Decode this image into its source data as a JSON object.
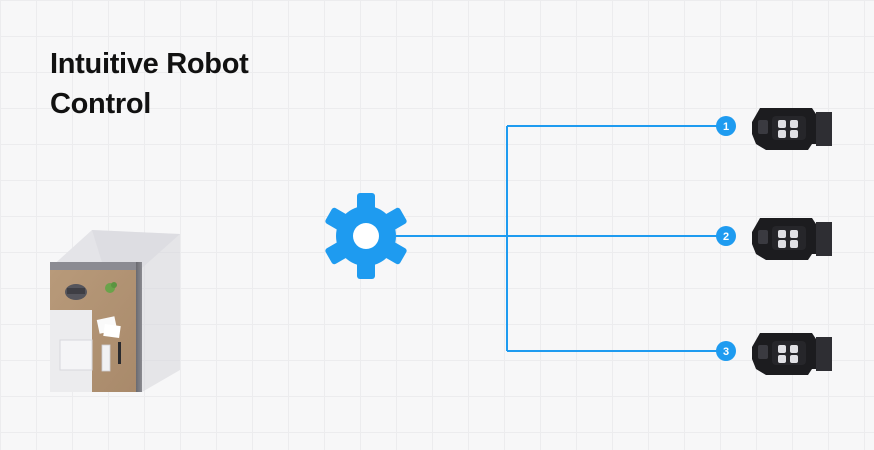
{
  "title": {
    "line1": "Intuitive Robot",
    "line2": "Control"
  },
  "controller": {
    "icon": "gear-icon",
    "color": "#1e9bf0"
  },
  "robots": [
    {
      "label": "1",
      "icon": "robot-icon"
    },
    {
      "label": "2",
      "icon": "robot-icon"
    },
    {
      "label": "3",
      "icon": "robot-icon"
    }
  ],
  "colors": {
    "connector": "#1e9bf0",
    "background": "#f7f7f8",
    "grid": "#ececee"
  }
}
